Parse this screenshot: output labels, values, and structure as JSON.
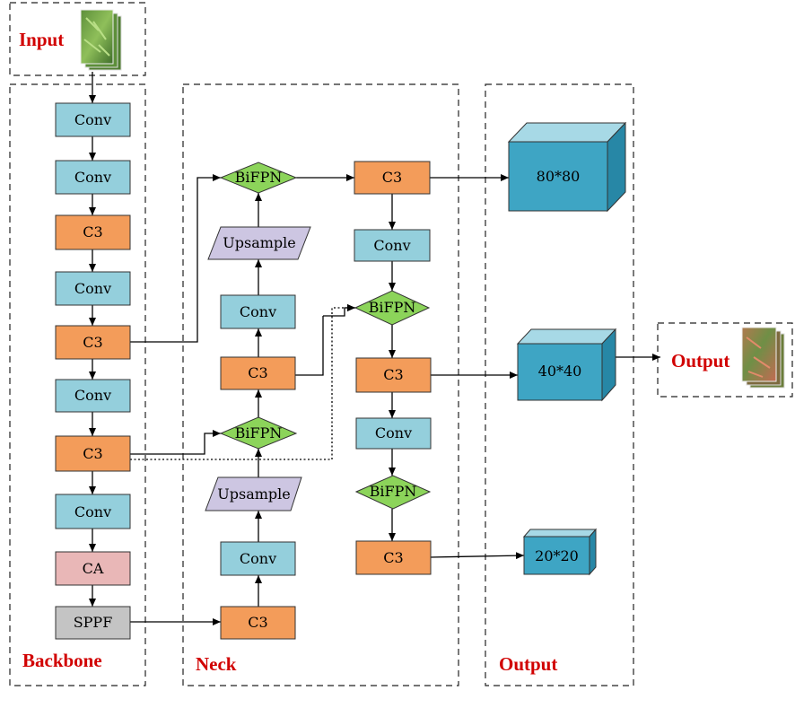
{
  "sections": {
    "input": "Input",
    "backbone": "Backbone",
    "neck": "Neck",
    "output_section": "Output",
    "output_image": "Output"
  },
  "backbone": {
    "conv1": "Conv",
    "conv2": "Conv",
    "c3_1": "C3",
    "conv3": "Conv",
    "c3_2": "C3",
    "conv4": "Conv",
    "c3_3": "C3",
    "conv5": "Conv",
    "ca": "CA",
    "sppf": "SPPF"
  },
  "neck": {
    "bifpn_top": "BiFPN",
    "upsample_top": "Upsample",
    "conv_top": "Conv",
    "c3_mid": "C3",
    "bifpn_mid": "BiFPN",
    "upsample_bottom": "Upsample",
    "conv_bottom": "Conv",
    "c3_bottom": "C3",
    "c3_out1": "C3",
    "conv_out1": "Conv",
    "bifpn_out2": "BiFPN",
    "c3_out2": "C3",
    "conv_out2": "Conv",
    "bifpn_out3": "BiFPN",
    "c3_out3": "C3"
  },
  "outputs": {
    "large": "80*80",
    "medium": "40*40",
    "small": "20*20"
  },
  "colors": {
    "conv": "#94cfdc",
    "c3": "#f39c5a",
    "ca": "#e9b7b7",
    "sppf": "#c4c4c4",
    "upsample": "#cdc6e2",
    "bifpn": "#8cd45a",
    "cube_front": "#3ea5c4",
    "section_label": "#d10000"
  }
}
